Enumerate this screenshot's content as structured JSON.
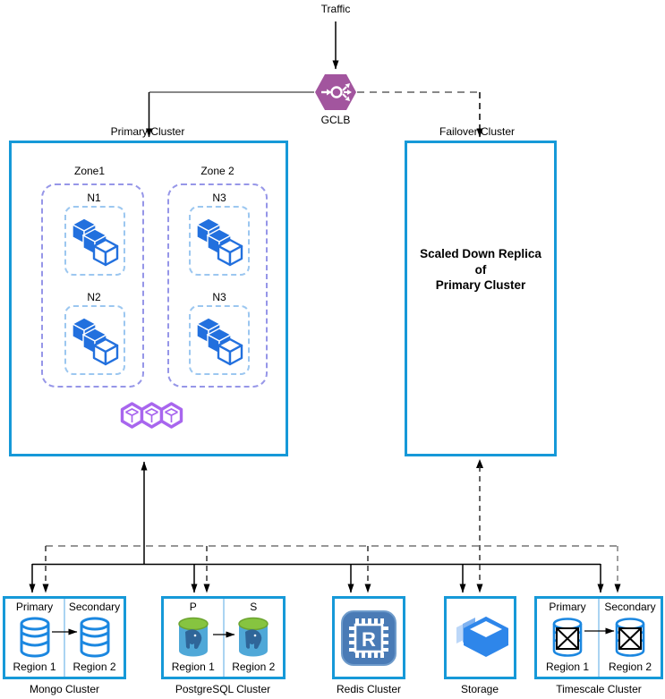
{
  "labels": {
    "traffic": "Traffic",
    "gclb": "GCLB",
    "primary_cluster": "Primary Cluster",
    "failover_cluster": "Failover Cluster"
  },
  "failover": {
    "lines": [
      "Scaled Down Replica",
      "of",
      "Primary Cluster"
    ]
  },
  "zones": [
    {
      "label": "Zone1",
      "nodes": [
        "N1",
        "N2"
      ]
    },
    {
      "label": "Zone 2",
      "nodes": [
        "N3",
        "N3"
      ]
    }
  ],
  "databases": [
    {
      "title": "Mongo Cluster",
      "left_role": "Primary",
      "right_role": "Secondary",
      "left_region": "Region 1",
      "right_region": "Region 2"
    },
    {
      "title": "PostgreSQL Cluster",
      "left_role": "P",
      "right_role": "S",
      "left_region": "Region 1",
      "right_region": "Region 2"
    },
    {
      "title": "Redis Cluster",
      "letter": "R"
    },
    {
      "title": "Storage"
    },
    {
      "title": "Timescale Cluster",
      "left_role": "Primary",
      "right_role": "Secondary",
      "left_region": "Region 1",
      "right_region": "Region 2"
    }
  ],
  "icons": {
    "gclb": "load-balancer-icon",
    "cluster_nodes": "container-cubes-icon",
    "pods": "pod-hexagon-icon",
    "mongo": "database-cylinder-icon",
    "postgres": "postgresql-elephant-icon",
    "redis": "redis-chip-icon",
    "storage": "storage-box-icon",
    "timescale": "crossed-database-icon"
  },
  "colors": {
    "box_border_blue": "#1699D8",
    "zone_dash_purple": "#9696E8",
    "node_dash_blue": "#9CC7F0",
    "cube_blue": "#2270DE",
    "pod_purple": "#A866EE",
    "gclb_purple": "#A2559E",
    "postgres_green": "#86C440",
    "postgres_body": "#4FA8D8",
    "redis_blue": "#4A7BB6",
    "storage_blue": "#2E86EA",
    "connector_black": "#000000",
    "connector_gray": "#757575"
  }
}
